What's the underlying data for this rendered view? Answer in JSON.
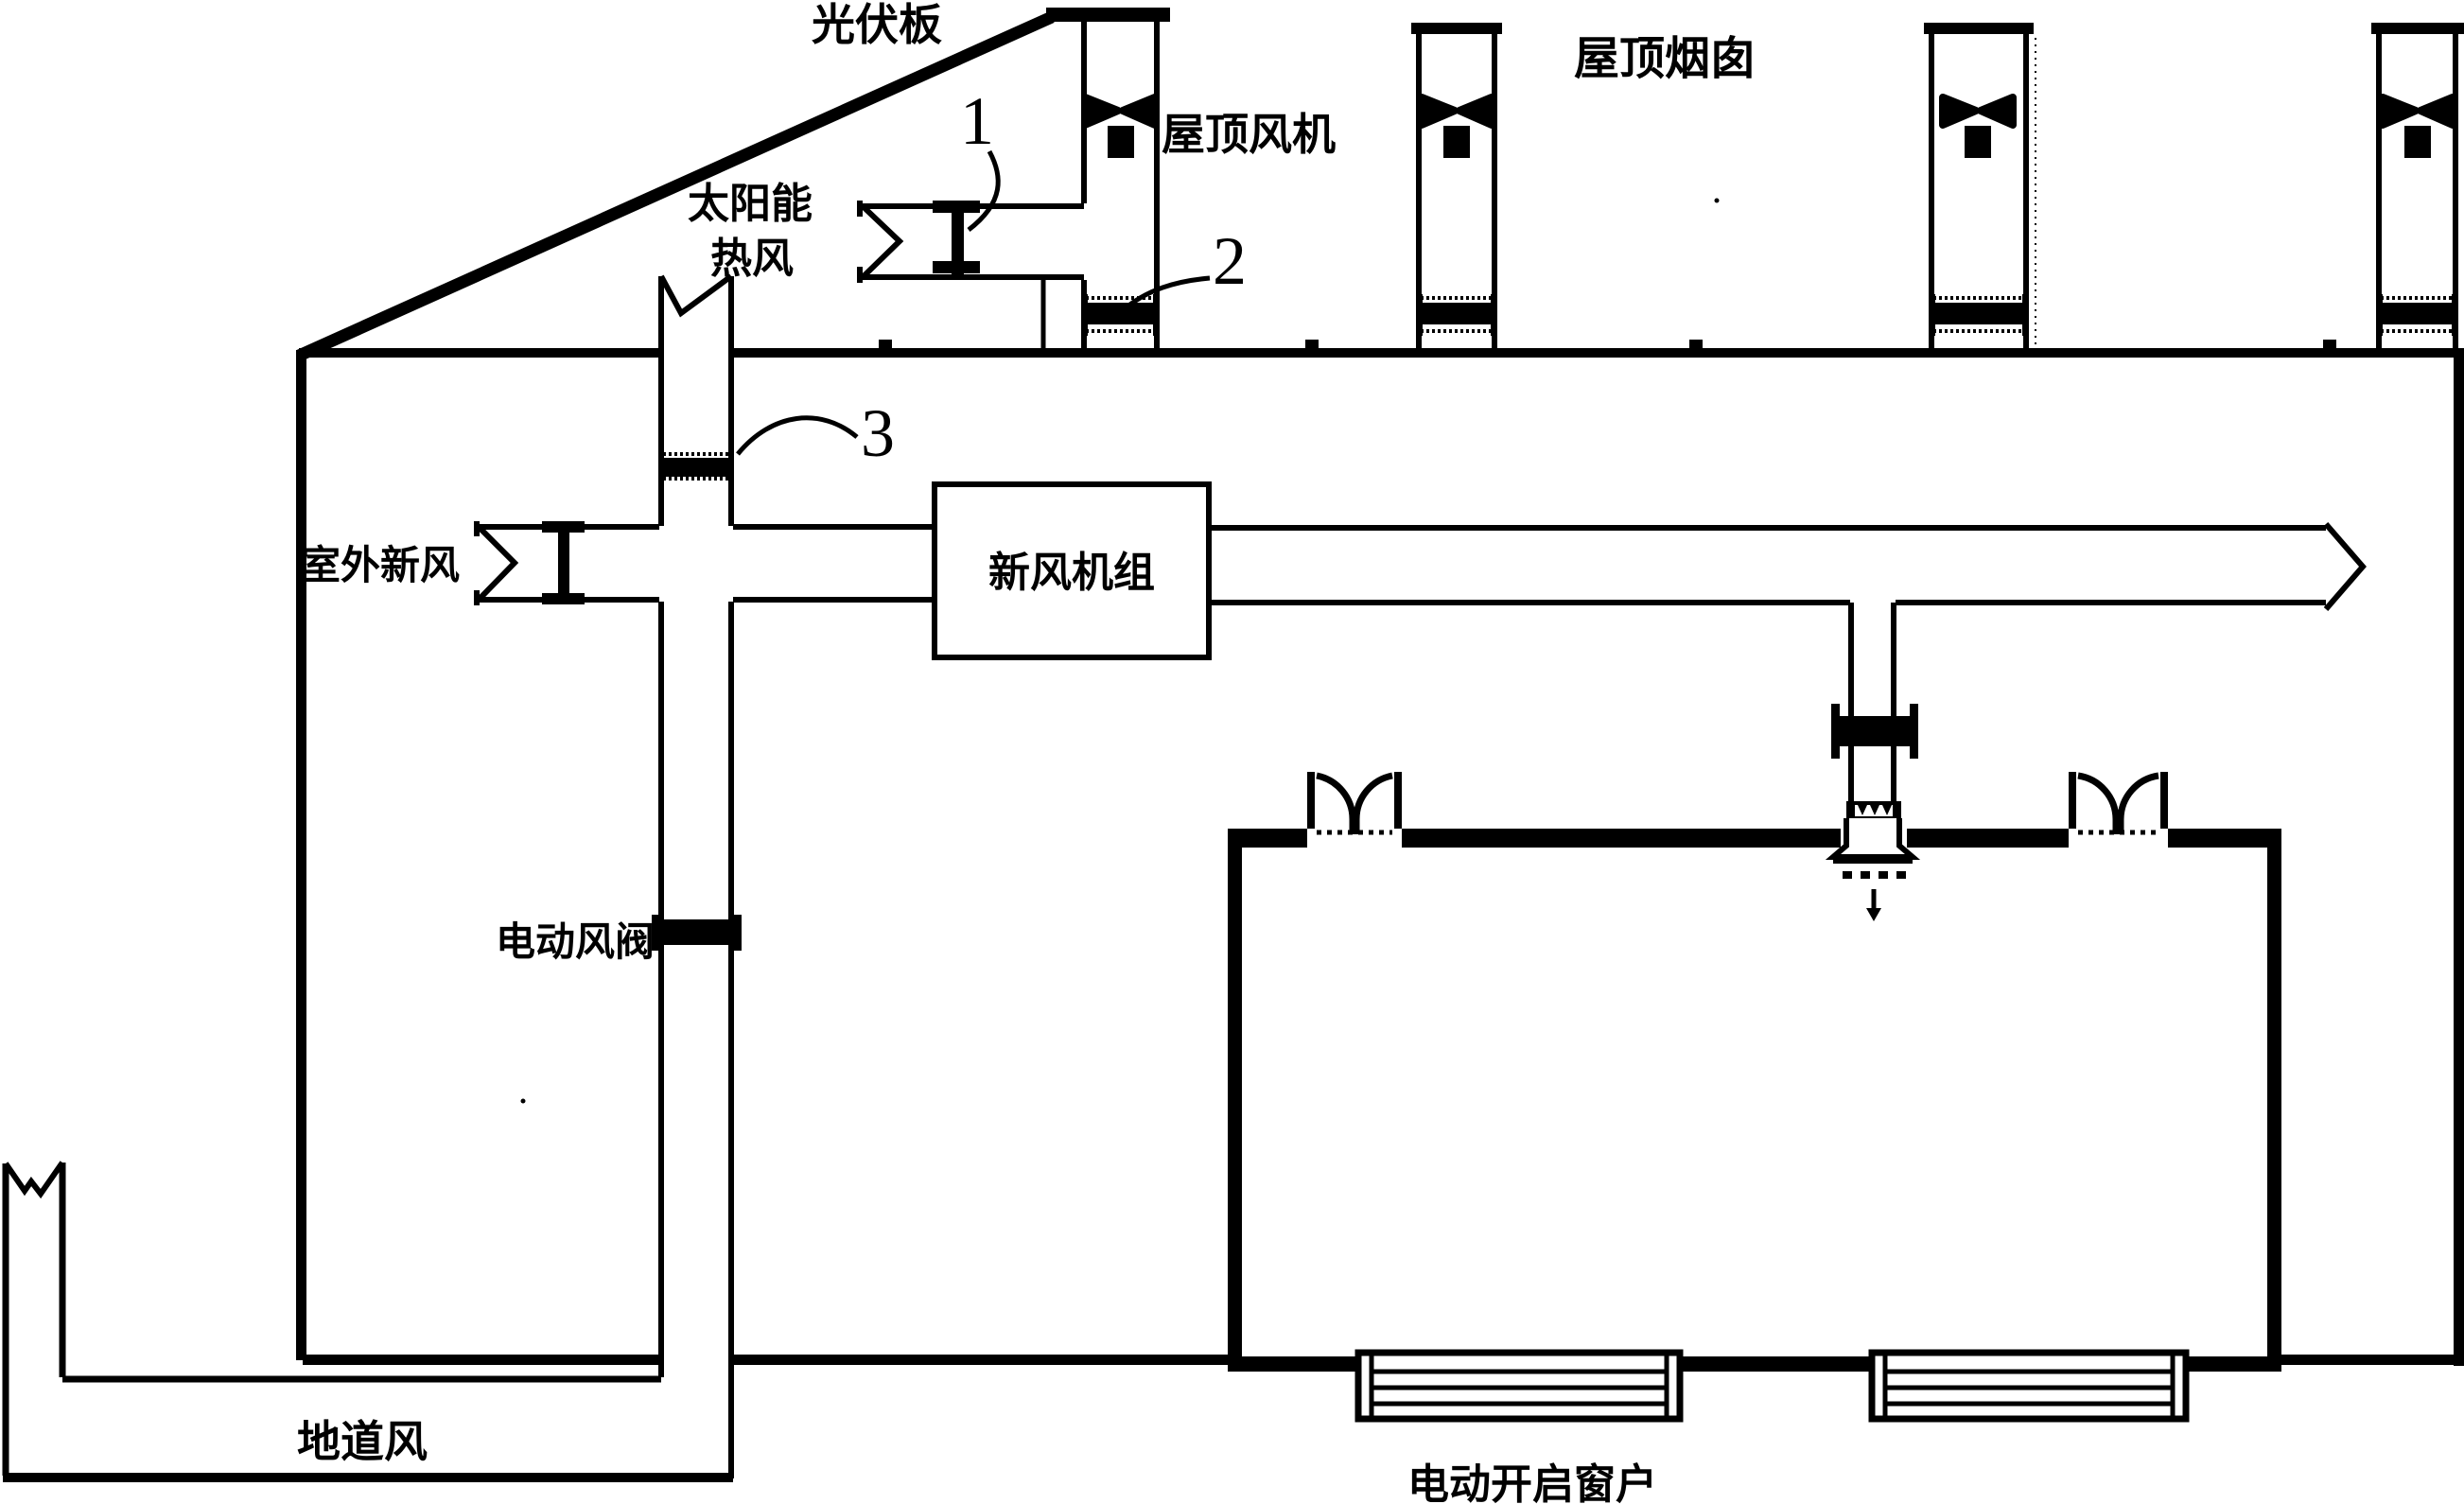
{
  "labels": {
    "pv_panel": "光伏板",
    "roof_fan": "屋顶风机",
    "roof_chimney": "屋顶烟囱",
    "solar_hot_air_1": "太阳能",
    "solar_hot_air_2": "热风",
    "outdoor_fresh_air": "室外新风",
    "fresh_air_unit": "新风机组",
    "electric_damper": "电动风阀",
    "tunnel_air": "地道风",
    "electric_window": "电动开启窗户"
  },
  "callouts": {
    "c1": "1",
    "c2": "2",
    "c3": "3"
  },
  "colors": {
    "ink": "#000000",
    "background": "#ffffff"
  }
}
